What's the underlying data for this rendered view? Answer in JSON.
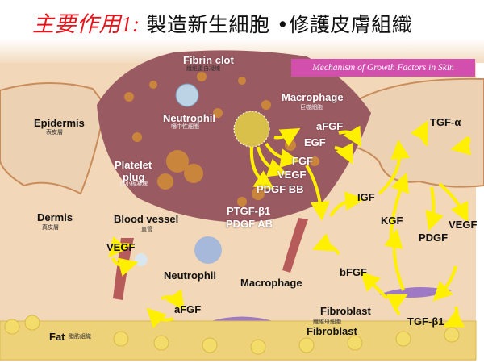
{
  "title": {
    "highlight": "主要作用1:",
    "text": "製造新生細胞 •修護皮膚組織"
  },
  "badge": "Mechanism of Growth Factors in Skin",
  "labels": {
    "fibrin_clot": "Fibrin clot",
    "fibrin_clot_zh": "纖維蛋白凝塊",
    "macrophage_top": "Macrophage",
    "macrophage_top_zh": "巨噬細胞",
    "neutrophil_top": "Neutrophil",
    "neutrophil_top_zh": "嗜中性細胞",
    "epidermis": "Epidermis",
    "epidermis_zh": "表皮層",
    "platelet": "Platelet",
    "plug": "plug",
    "platelet_zh": "血小板凝塊",
    "dermis": "Dermis",
    "dermis_zh": "真皮層",
    "blood_vessel": "Blood vessel",
    "blood_vessel_zh": "血管",
    "neutrophil": "Neutrophil",
    "macrophage": "Macrophage",
    "fibroblast1": "Fibroblast",
    "fibroblast_zh": "纖維母細胞",
    "fibroblast2": "Fibroblast",
    "fat": "Fat",
    "fat_zh": "脂肪組織"
  },
  "factors": {
    "afgf_top": "aFGF",
    "egf": "EGF",
    "fgf": "FGF",
    "vegf_clot": "VEGF",
    "pdgf_bb": "PDGF BB",
    "ptgf_b1": "PTGF-β1",
    "pdgf_ab": "PDGF AB",
    "tgf_a": "TGF-α",
    "igf": "IGF",
    "kgf": "KGF",
    "pdgf": "PDGF",
    "vegf_right": "VEGF",
    "vegf_left": "VEGF",
    "bfgf": "bFGF",
    "afgf_bottom": "aFGF",
    "tgf_b1": "TGF-β1"
  }
}
